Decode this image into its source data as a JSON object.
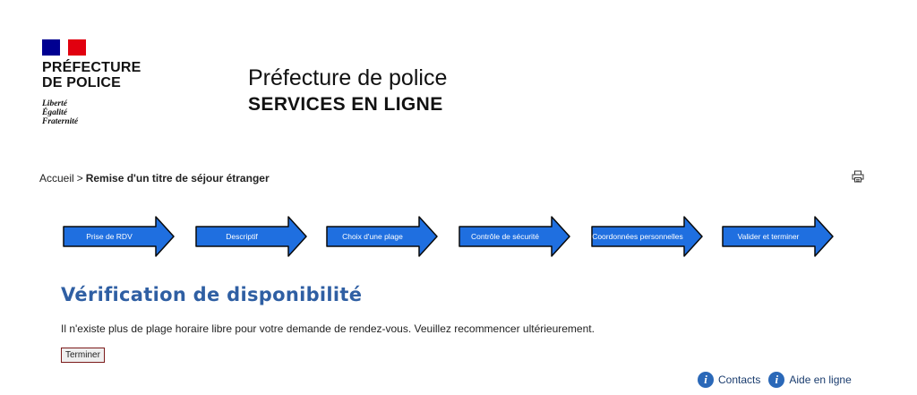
{
  "header": {
    "logo_name_line1": "PRÉFECTURE",
    "logo_name_line2": "DE POLICE",
    "motto_line1": "Liberté",
    "motto_line2": "Égalité",
    "motto_line3": "Fraternité",
    "title": "Préfecture de police",
    "subtitle": "SERVICES EN LIGNE",
    "flag_colors": [
      "#000091",
      "#ffffff",
      "#e1000f"
    ]
  },
  "breadcrumb": {
    "home": "Accueil",
    "separator": ">",
    "current": "Remise d'un titre de séjour étranger"
  },
  "toolbar": {
    "print_icon": "printer-icon"
  },
  "steps": [
    {
      "label": "Prise de RDV"
    },
    {
      "label": "Descriptif"
    },
    {
      "label": "Choix d'une plage"
    },
    {
      "label": "Contrôle de sécurité"
    },
    {
      "label": "Coordonnées personnelles"
    },
    {
      "label": "Valider et terminer"
    }
  ],
  "main": {
    "title": "Vérification de disponibilité",
    "message": "Il n'existe plus de plage horaire libre pour votre demande de rendez-vous. Veuillez recommencer ultérieurement.",
    "button_label": "Terminer"
  },
  "footer": {
    "contacts": "Contacts",
    "help": "Aide en ligne",
    "icon": "info-icon"
  },
  "colors": {
    "step_fill": "#1f6fe0",
    "title": "#2f5fa3",
    "link": "#1a3c6e"
  }
}
